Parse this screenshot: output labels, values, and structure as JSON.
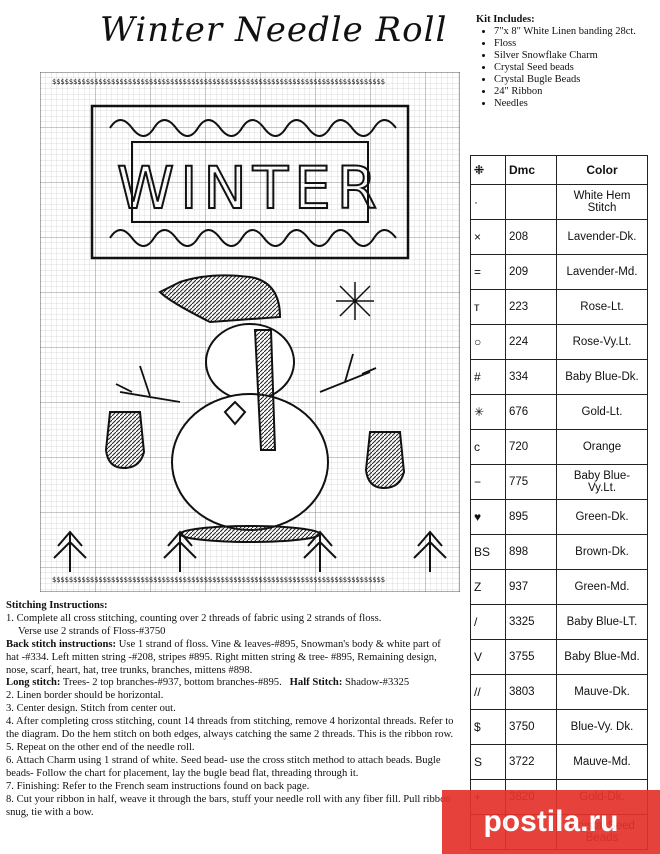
{
  "title": "Winter Needle Roll",
  "kit": {
    "heading": "Kit Includes:",
    "items": [
      "7\"x 8\" White Linen banding 28ct.",
      "Floss",
      "Silver Snowflake Charm",
      "Crystal Seed beads",
      "Crystal Bugle Beads",
      "24\" Ribbon",
      "Needles"
    ]
  },
  "chart": {
    "word": "WINTER"
  },
  "legend": {
    "headers": {
      "symbol": "⁜",
      "dmc": "Dmc",
      "color": "Color"
    },
    "rows": [
      {
        "symbol": "·",
        "dmc": "",
        "color": "White Hem Stitch"
      },
      {
        "symbol": "×",
        "dmc": "208",
        "color": "Lavender-Dk."
      },
      {
        "symbol": "=",
        "dmc": "209",
        "color": "Lavender-Md."
      },
      {
        "symbol": "т",
        "dmc": "223",
        "color": "Rose-Lt."
      },
      {
        "symbol": "○",
        "dmc": "224",
        "color": "Rose-Vy.Lt."
      },
      {
        "symbol": "#",
        "dmc": "334",
        "color": "Baby Blue-Dk."
      },
      {
        "symbol": "✳",
        "dmc": "676",
        "color": "Gold-Lt."
      },
      {
        "symbol": "c",
        "dmc": "720",
        "color": "Orange"
      },
      {
        "symbol": "−",
        "dmc": "775",
        "color": "Baby Blue-Vy.Lt."
      },
      {
        "symbol": "♥",
        "dmc": "895",
        "color": "Green-Dk."
      },
      {
        "symbol": "BS",
        "dmc": "898",
        "color": "Brown-Dk."
      },
      {
        "symbol": "Z",
        "dmc": "937",
        "color": "Green-Md."
      },
      {
        "symbol": "/",
        "dmc": "3325",
        "color": "Baby Blue-LT."
      },
      {
        "symbol": "V",
        "dmc": "3755",
        "color": "Baby Blue-Md."
      },
      {
        "symbol": "//",
        "dmc": "3803",
        "color": "Mauve-Dk."
      },
      {
        "symbol": "$",
        "dmc": "3750",
        "color": "Blue-Vy. Dk."
      },
      {
        "symbol": "S",
        "dmc": "3722",
        "color": "Mauve-Md."
      },
      {
        "symbol": "+",
        "dmc": "3820",
        "color": "Gold-Dk."
      },
      {
        "symbol": "",
        "dmc": "",
        "color": "Crystal Seed Beads"
      }
    ]
  },
  "instructions": {
    "heading": "Stitching Instructions:",
    "step1": "1. Complete all cross stitching, counting over 2 threads of fabric using 2 strands of floss.",
    "step1b": "Verse use 2 strands of Floss-#3750",
    "backstitch_label": "Back stitch instructions:",
    "backstitch_text": "Use 1 strand of floss. Vine & leaves-#895, Snowman's body & white part of hat -#334. Left mitten string -#208, stripes #895. Right mitten string & tree- #895, Remaining design, nose, scarf, heart, hat, tree trunks, branches, mittens #898.",
    "longstitch_label": "Long stitch:",
    "longstitch_text": "Trees- 2 top branches-#937, bottom branches-#895.",
    "halfstitch_label": "Half Stitch:",
    "halfstitch_text": "Shadow-#3325",
    "step2": "2. Linen border should be horizontal.",
    "step3": "3. Center design. Stitch from center out.",
    "step4": "4. After completing cross stitching, count 14 threads from stitching, remove 4 horizontal threads. Refer to the diagram. Do the hem stitch on both edges, always catching the same 2 threads. This is the ribbon row.",
    "step5": "5. Repeat on the other end of the needle roll.",
    "step6": "6. Attach Charm using 1 strand of white. Seed bead- use the cross stitch method to attach beads. Bugle beads- Follow the chart for placement, lay the bugle bead flat, threading through it.",
    "step7": "7. Finishing: Refer to the French seam instructions found on back page.",
    "step8": "8. Cut your ribbon in half, weave it through the bars, stuff your needle roll with any fiber fill. Pull ribbon snug, tie with a bow."
  },
  "watermark": "postila.ru"
}
